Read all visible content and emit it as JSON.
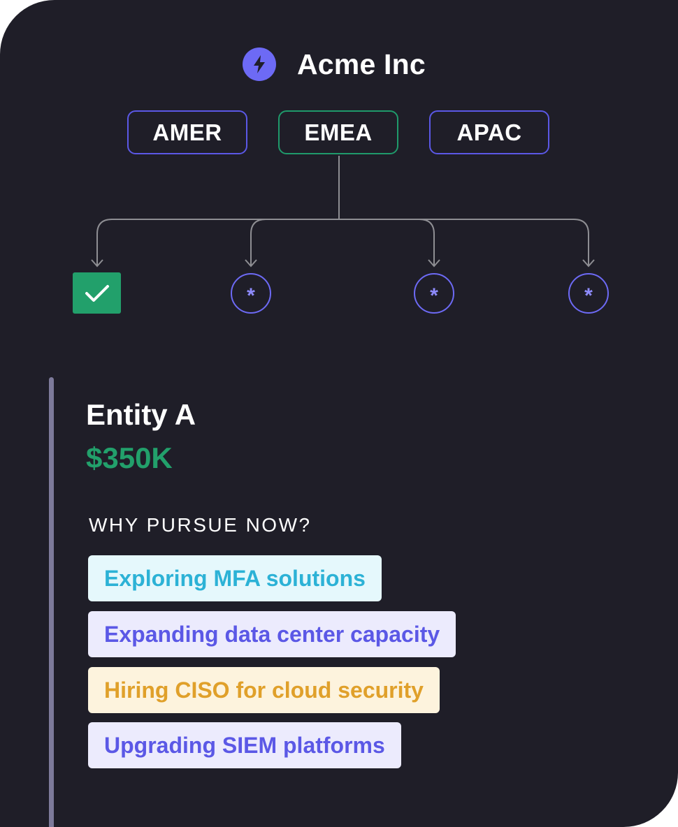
{
  "company": {
    "name": "Acme Inc",
    "logo_icon": "lightning-bolt-icon",
    "logo_color": "#6d6af5"
  },
  "regions": [
    {
      "label": "AMER",
      "active": false
    },
    {
      "label": "EMEA",
      "active": true
    },
    {
      "label": "APAC",
      "active": false
    }
  ],
  "nodes": {
    "completed_icon": "checkmark-icon",
    "pending_symbol": "*"
  },
  "entity": {
    "name": "Entity A",
    "value": "$350K",
    "section_heading": "WHY PURSUE NOW?",
    "reasons": [
      {
        "label": "Exploring MFA solutions",
        "color": "#2cb2d6",
        "bg": "#e5f8fc"
      },
      {
        "label": "Expanding data center capacity",
        "color": "#5b58e6",
        "bg": "#ecebfd"
      },
      {
        "label": "Hiring CISO for cloud security",
        "color": "#e0a02a",
        "bg": "#fdf3dd"
      },
      {
        "label": "Upgrading SIEM platforms",
        "color": "#5b58e6",
        "bg": "#ecebfd"
      }
    ]
  },
  "colors": {
    "background": "#1f1e28",
    "accent": "#6d6af5",
    "success": "#22a06b",
    "connector": "#8e8e93"
  }
}
